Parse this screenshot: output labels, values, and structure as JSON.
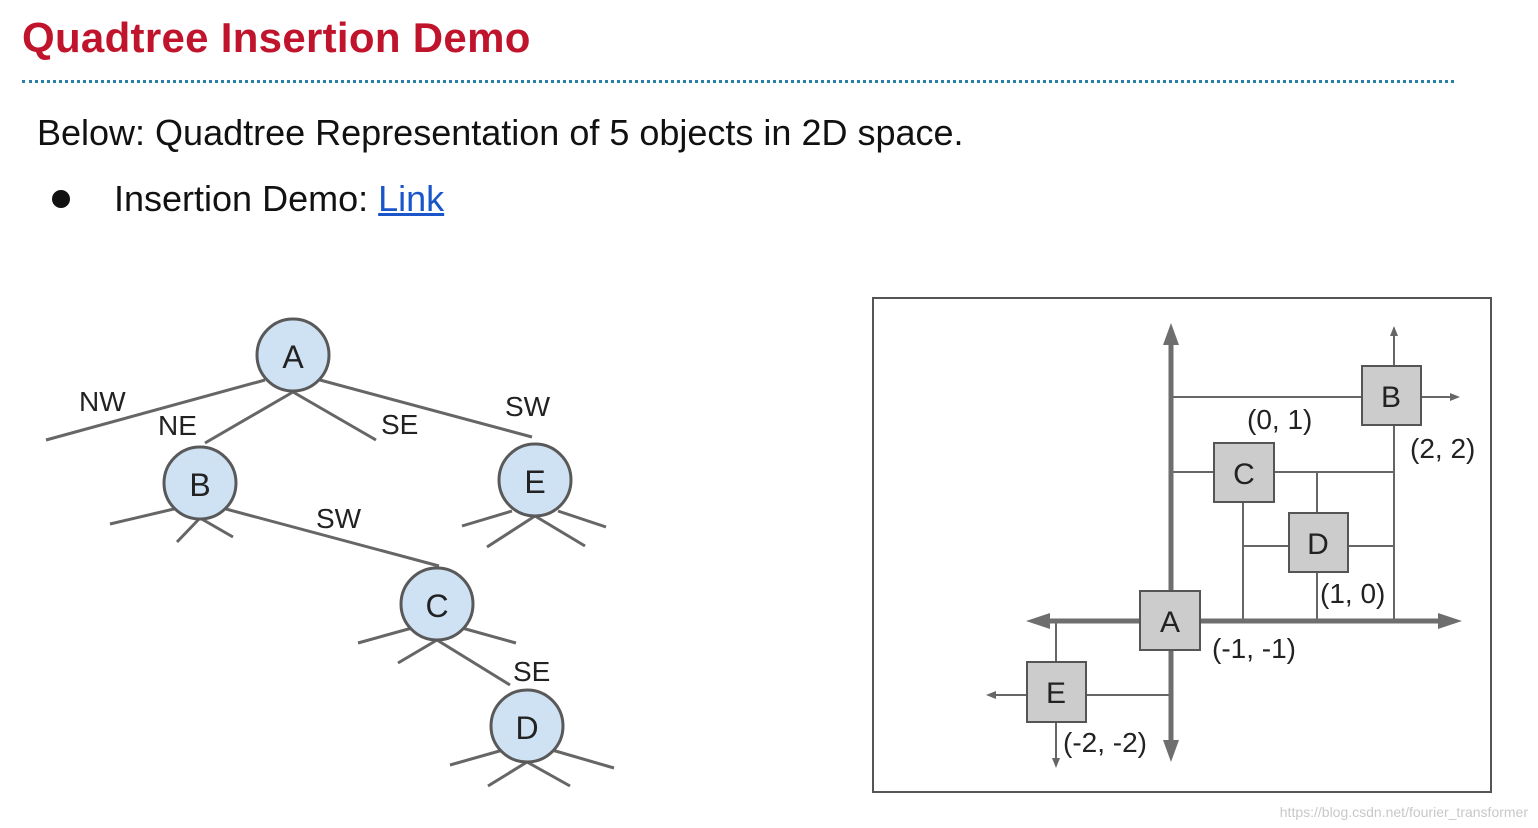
{
  "header": {
    "title": "Quadtree Insertion Demo",
    "subtitle": "Below: Quadtree Representation of 5 objects in 2D space.",
    "bullet_prefix": "Insertion Demo: ",
    "bullet_link": "Link"
  },
  "tree": {
    "nodes": {
      "a": "A",
      "b": "B",
      "e": "E",
      "c": "C",
      "d": "D"
    },
    "edge_labels": {
      "a_nw": "NW",
      "a_ne": "NE",
      "a_se": "SE",
      "a_sw": "SW",
      "b_sw": "SW",
      "c_se": "SE"
    }
  },
  "plane": {
    "points": {
      "a": "A",
      "b": "B",
      "c": "C",
      "d": "D",
      "e": "E"
    },
    "coords": {
      "a": "(-1, -1)",
      "b": "(2, 2)",
      "c": "(0, 1)",
      "d": "(1, 0)",
      "e": "(-2, -2)"
    }
  },
  "watermark": "https://blog.csdn.net/fourier_transformer",
  "colors": {
    "title": "#c0142c",
    "rule": "#2a7fa6",
    "node_fill": "#cfe2f3",
    "node_stroke": "#595959",
    "box_fill": "#cccccc",
    "axis": "#666666",
    "link": "#1a56c9"
  }
}
